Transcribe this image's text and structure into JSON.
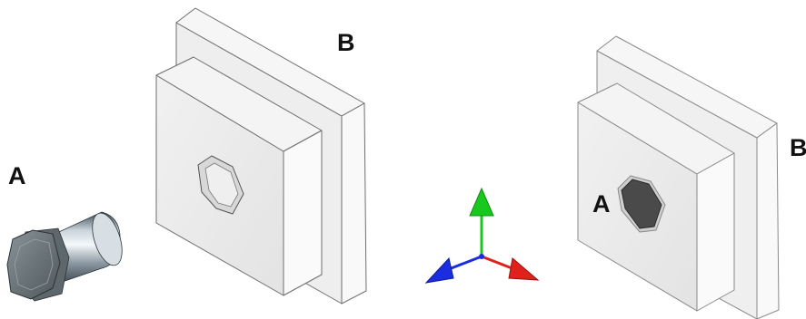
{
  "left_assembly": {
    "part_a_label": "A",
    "part_b_label": "B"
  },
  "triad": {
    "x_color": "#e0201a",
    "y_color": "#18c81e",
    "z_color": "#1a2ee0"
  },
  "right_assembly": {
    "part_a_label": "A",
    "part_b_label": "B"
  },
  "colors": {
    "part_face_front": "#e9e9e9",
    "part_face_side": "#f7f7f7",
    "part_face_top": "#f3f3f3",
    "part_edge": "#6e6e6e",
    "bolt_metal": "#7d8c93"
  }
}
